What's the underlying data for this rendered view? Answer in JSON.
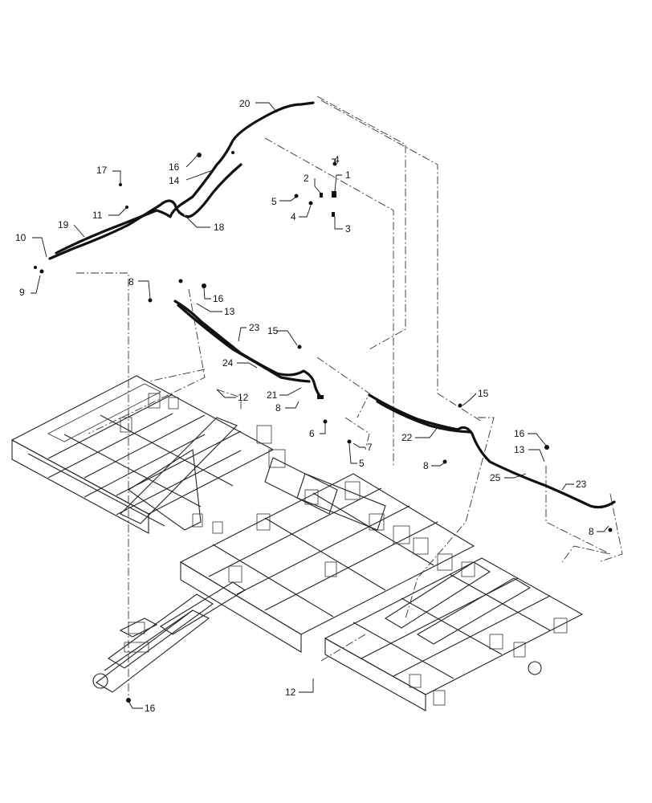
{
  "callouts": [
    {
      "id": "c20",
      "text": "20"
    },
    {
      "id": "c16a",
      "text": "16"
    },
    {
      "id": "c14",
      "text": "14"
    },
    {
      "id": "c17",
      "text": "17"
    },
    {
      "id": "c11",
      "text": "11"
    },
    {
      "id": "c19",
      "text": "19"
    },
    {
      "id": "c10",
      "text": "10"
    },
    {
      "id": "c9",
      "text": "9"
    },
    {
      "id": "c18",
      "text": "18"
    },
    {
      "id": "c4a",
      "text": "4"
    },
    {
      "id": "c2",
      "text": "2"
    },
    {
      "id": "c1",
      "text": "1"
    },
    {
      "id": "c5a",
      "text": "5"
    },
    {
      "id": "c4b",
      "text": "4"
    },
    {
      "id": "c3",
      "text": "3"
    },
    {
      "id": "c8a",
      "text": "8"
    },
    {
      "id": "c16b",
      "text": "16"
    },
    {
      "id": "c13a",
      "text": "13"
    },
    {
      "id": "c23a",
      "text": "23"
    },
    {
      "id": "c15a",
      "text": "15"
    },
    {
      "id": "c24",
      "text": "24"
    },
    {
      "id": "c12a",
      "text": "12"
    },
    {
      "id": "c21",
      "text": "21"
    },
    {
      "id": "c8b",
      "text": "8"
    },
    {
      "id": "c6",
      "text": "6"
    },
    {
      "id": "c7",
      "text": "7"
    },
    {
      "id": "c5b",
      "text": "5"
    },
    {
      "id": "c15b",
      "text": "15"
    },
    {
      "id": "c22",
      "text": "22"
    },
    {
      "id": "c8c",
      "text": "8"
    },
    {
      "id": "c16c",
      "text": "16"
    },
    {
      "id": "c13b",
      "text": "13"
    },
    {
      "id": "c25",
      "text": "25"
    },
    {
      "id": "c23b",
      "text": "23"
    },
    {
      "id": "c8d",
      "text": "8"
    },
    {
      "id": "c12b",
      "text": "12"
    },
    {
      "id": "c16d",
      "text": "16"
    }
  ]
}
